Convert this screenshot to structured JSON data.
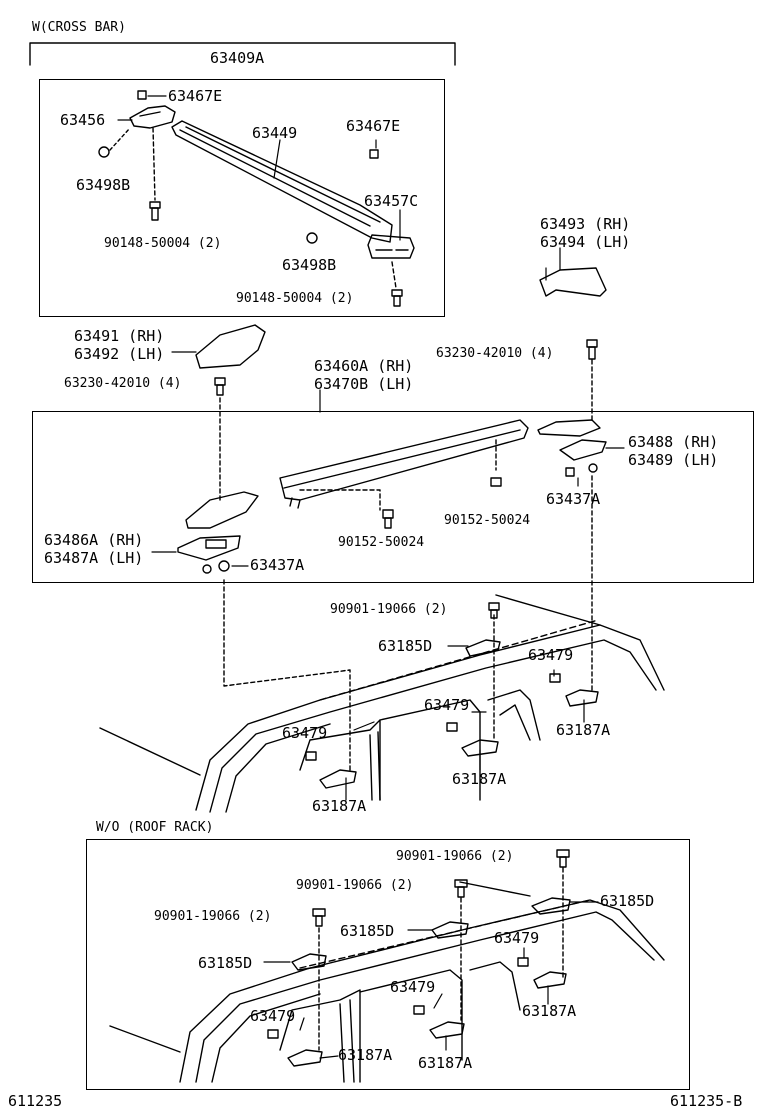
{
  "section_with": {
    "title": "W(CROSS BAR)",
    "assy": "63409A"
  },
  "crossbar": {
    "clip_e_top": "63467E",
    "end_cap_left": "63456",
    "bar": "63449",
    "clip_e_right": "63467E",
    "plug_left": "63498B",
    "end_cap_right": "63457C",
    "screw_left": "90148-50004 (2)",
    "plug_right": "63498B",
    "screw_right": "90148-50004 (2)"
  },
  "upper_parts": {
    "cover_rear_rh": "63493 (RH)",
    "cover_rear_lh": "63494 (LH)",
    "cover_front_rh": "63491 (RH)",
    "cover_front_lh": "63492 (LH)",
    "rail_rh": "63460A (RH)",
    "rail_lh": "63470B (LH)",
    "bolt_right": "63230-42010 (4)",
    "bolt_left": "63230-42010 (4)"
  },
  "rail_box": {
    "base_rear_rh": "63488 (RH)",
    "base_rear_lh": "63489 (LH)",
    "nut_rear": "63437A",
    "screw_mid_right": "90152-50024",
    "screw_mid_left": "90152-50024",
    "base_front_rh": "63486A (RH)",
    "base_front_lh": "63487A (LH)",
    "nut_front": "63437A"
  },
  "roof_with": {
    "bolt": "90901-19066 (2)",
    "bracket_top": "63185D",
    "clip_right": "63479",
    "clip_mid": "63479",
    "clip_left": "63479",
    "bracket_right": "63187A",
    "bracket_mid": "63187A",
    "bracket_left": "63187A"
  },
  "section_without": {
    "title": "W/O (ROOF RACK)"
  },
  "roof_without": {
    "bolt_top": "90901-19066 (2)",
    "bolt_mid": "90901-19066 (2)",
    "bolt_left": "90901-19066 (2)",
    "bracket_right_d": "63185D",
    "bracket_mid_d": "63185D",
    "bracket_left_d": "63185D",
    "clip_right": "63479",
    "clip_mid": "63479",
    "clip_left": "63479",
    "bracket_right_a": "63187A",
    "bracket_mid_a": "63187A",
    "bracket_left_a": "63187A"
  },
  "footer": {
    "code_left": "611235",
    "code_right": "611235-B"
  }
}
